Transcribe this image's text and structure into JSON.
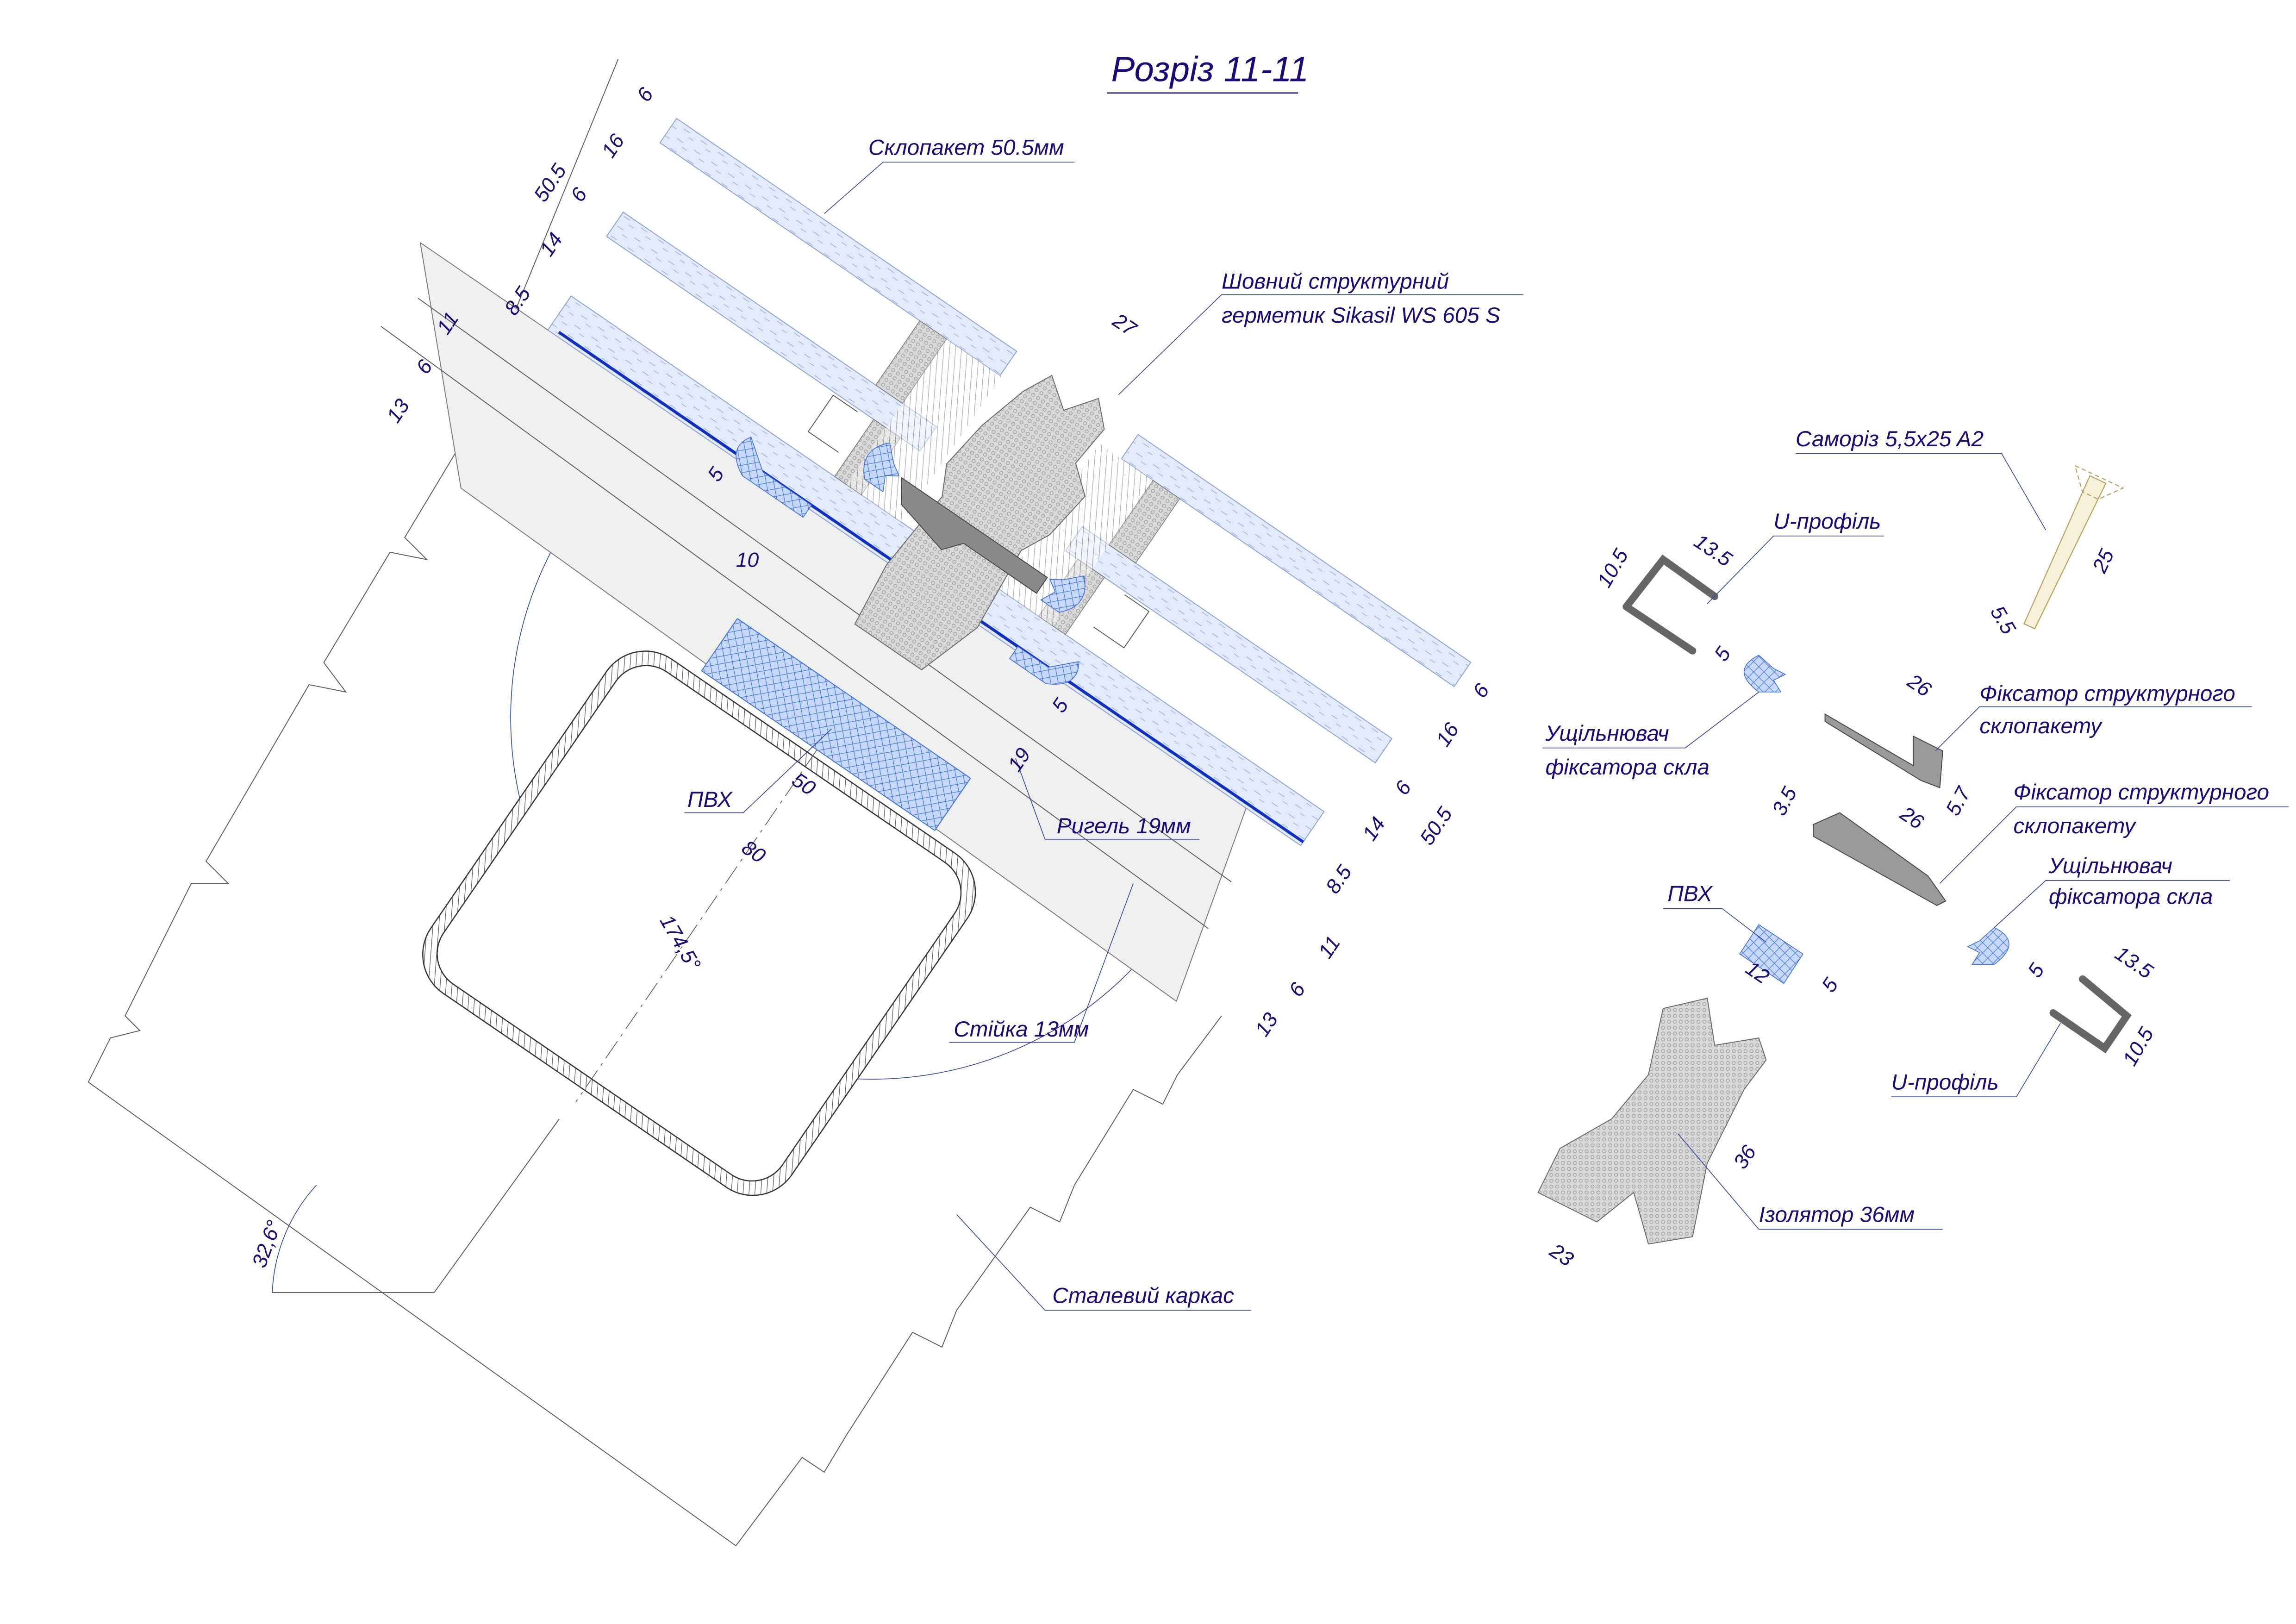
{
  "title": "Розріз 11-11",
  "labels": {
    "glass_unit": "Склопакет 50.5мм",
    "sealant_line1": "Шовний структурний",
    "sealant_line2": "герметик Sikasil WS 605 S",
    "pvc_main": "ПВХ",
    "transom": "Ригель 19мм",
    "mullion": "Стійка 13мм",
    "steel_frame": "Сталевий каркас",
    "screw": "Саморіз 5,5x25 A2",
    "u_profile_top": "U-профіль",
    "gasket_left_line1": "Ущільнювач",
    "gasket_left_line2": "фіксатора скла",
    "clamp_top_line1": "Фіксатор структурного",
    "clamp_top_line2": "склопакету",
    "clamp_bottom_line1": "Фіксатор структурного",
    "clamp_bottom_line2": "склопакету",
    "gasket_right_line1": "Ущільнювач",
    "gasket_right_line2": "фіксатора скла",
    "pvc_detail": "ПВХ",
    "u_profile_bottom": "U-профіль",
    "isolator": "Ізолятор 36мм"
  },
  "dims": {
    "left": [
      "6",
      "16",
      "50.5",
      "6",
      "14",
      "8.5",
      "11",
      "6",
      "13"
    ],
    "right": [
      "6",
      "16",
      "6",
      "14",
      "8.5",
      "50.5",
      "11",
      "6",
      "13"
    ],
    "joint_width": "27",
    "gap_5a": "5",
    "gap_10": "10",
    "gap_5b": "5",
    "transom_19": "19",
    "pvc_50": "50",
    "tube_80": "80",
    "angle_main": "174,5°",
    "angle_tilt": "32,6°",
    "u_top_h": "10.5",
    "u_top_w": "13.5",
    "gasket_top_5": "5",
    "screw_len": "25",
    "screw_dia": "5.5",
    "clamp_top_len": "26",
    "clamp_top_h": "5.7",
    "clamp_bot_h": "3.5",
    "clamp_bot_len": "26",
    "gasket_bot_5": "5",
    "u_bot_w": "13.5",
    "u_bot_h": "10.5",
    "pvc_12": "12",
    "pvc_5": "5",
    "iso_36": "36",
    "iso_23": "23"
  },
  "colors": {
    "ink": "#1c0a78",
    "glass": "#e3eafa",
    "frame": "#efefef",
    "hatch_blue": "#4a7ee8",
    "profile": "#9a9a9a",
    "screw": "#b8a060"
  }
}
